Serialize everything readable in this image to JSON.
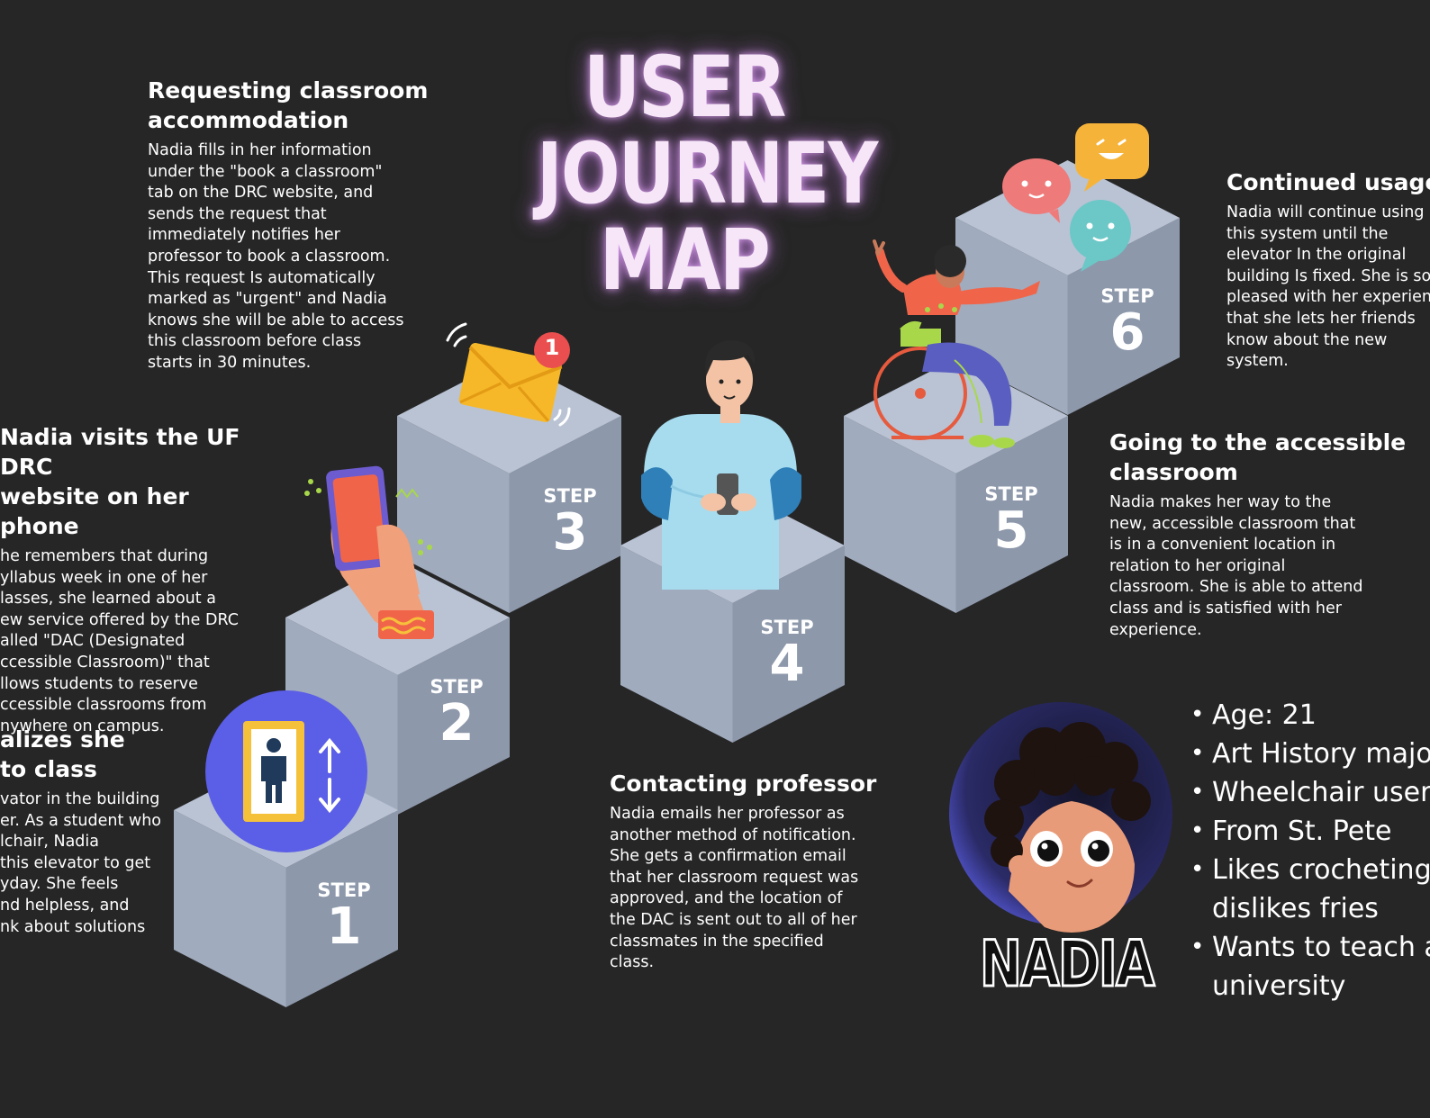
{
  "title": {
    "line1": "USER",
    "line2": "JOURNEY",
    "line3": "MAP"
  },
  "colors": {
    "background": "#262626",
    "cube_top": "#b9c3d4",
    "cube_left": "#a0abbd",
    "cube_right": "#8d98ab",
    "title_glow": "#e6a8ff",
    "avatar_ring": "#5a5de0"
  },
  "steps": [
    {
      "label": "STEP",
      "number": "1",
      "icon": "elevator-icon"
    },
    {
      "label": "STEP",
      "number": "2",
      "icon": "hand-phone-icon"
    },
    {
      "label": "STEP",
      "number": "3",
      "icon": "envelope-notification-icon"
    },
    {
      "label": "STEP",
      "number": "4",
      "icon": "person-with-phone-icon"
    },
    {
      "label": "STEP",
      "number": "5",
      "icon": "wheelchair-user-icon"
    },
    {
      "label": "STEP",
      "number": "6",
      "icon": "chat-bubbles-icon"
    }
  ],
  "notification_badge": "1",
  "blocks": {
    "step1": {
      "heading": "alizes she\n to class",
      "body": "vator in the building\ner. As a student who\nlchair, Nadia\nthis elevator to get\nyday. She feels\nnd helpless, and\nnk about solutions"
    },
    "step2": {
      "heading": "Nadia visits the UF DRC\nwebsite on her phone",
      "body": "he remembers that during\nyllabus week in one of her\nlasses, she learned about a\new service offered by the DRC\nalled \"DAC (Designated\nccessible Classroom)\" that\nllows students to reserve\nccessible classrooms from\nnywhere on campus."
    },
    "step3": {
      "heading": "Requesting classroom\naccommodation",
      "body": "Nadia fills in her information\nunder the \"book a classroom\"\ntab on the DRC website, and\nsends the request that\nimmediately notifies her\nprofessor to book a classroom.\nThis request Is automatically\nmarked as \"urgent\" and Nadia\nknows she will be able to access\nthis classroom before class\nstarts in 30 minutes."
    },
    "step4": {
      "heading": "Contacting professor",
      "body": "Nadia emails her professor as\nanother method of notification.\nShe gets a confirmation email\nthat her classroom request was\napproved, and the location of\nthe DAC is sent out to all of her\nclassmates in the specified\nclass."
    },
    "step5": {
      "heading": "Going to the accessible\nclassroom",
      "body": "Nadia makes her way to the\nnew, accessible classroom that\nis in a convenient location in\nrelation to her original\nclassroom. She is able to attend\nclass and is satisfied with her\nexperience."
    },
    "step6": {
      "heading": "Continued usage",
      "body": "Nadia will continue using\nthis system until the\nelevator In the original\nbuilding Is fixed. She is so\npleased with her experience\nthat she lets her friends\nknow about the new\nsystem."
    }
  },
  "persona": {
    "name": "NADIA",
    "avatar_icon": "curly-hair-avatar-icon",
    "facts": [
      "Age: 21",
      "Art History major",
      "Wheelchair user",
      "From St. Pete",
      "Likes crocheting,\ndislikes fries",
      "Wants to teach at\nuniversity"
    ]
  }
}
